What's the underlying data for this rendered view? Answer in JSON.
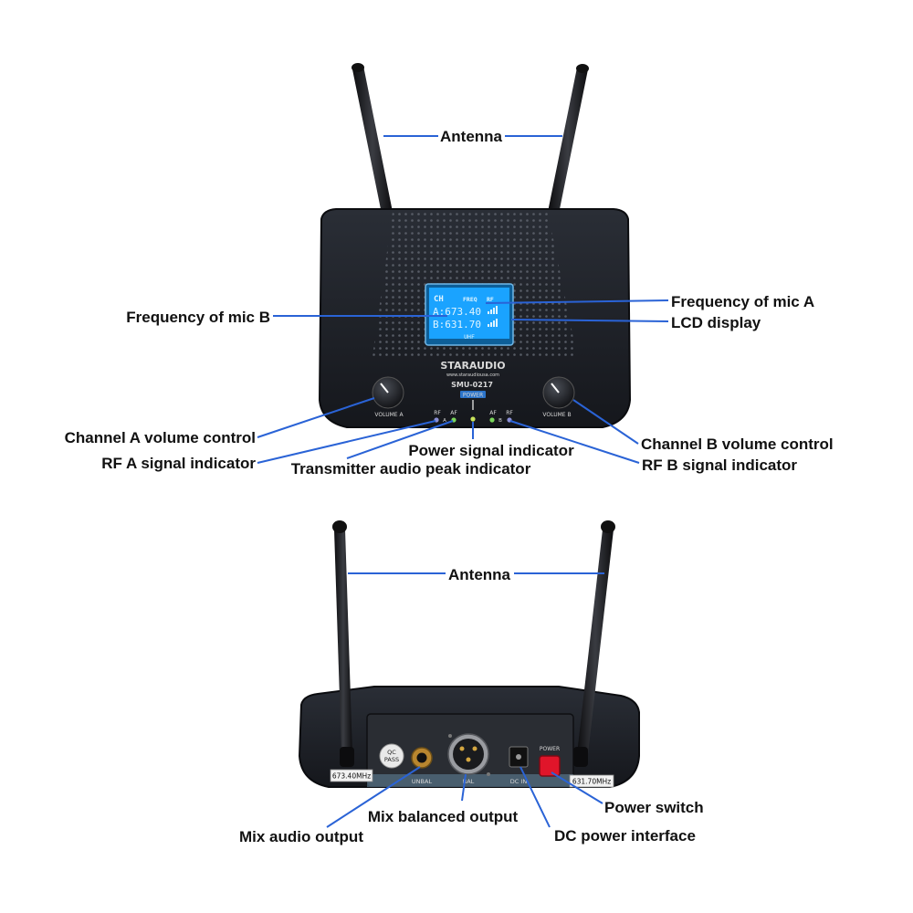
{
  "colors": {
    "leader": "#2a63d6",
    "device_body": "#1b1e24",
    "lcd_background": "#1aa3ff",
    "power_button": "#e0152a"
  },
  "front": {
    "brand": "STARAUDIO",
    "website": "www.staraudiousa.com",
    "model": "SMU-0217",
    "power_label": "POWER",
    "volume_a_label": "VOLUME A",
    "volume_b_label": "VOLUME B",
    "indicator_labels": [
      "RF",
      "AF",
      "AF",
      "RF"
    ],
    "channel_a_letter": "A",
    "channel_b_letter": "B",
    "lcd": {
      "header_ch": "CH",
      "header_freq": "FREQ",
      "header_rf": "RF",
      "line_a": "A:673.40",
      "line_b": "B:631.70",
      "band": "UHF"
    }
  },
  "rear": {
    "qc_badge_line1": "QC",
    "qc_badge_line2": "PASS",
    "freq_tag_a": "673.40MHz",
    "freq_tag_b": "631.70MHz",
    "unbal_label": "UNBAL",
    "bal_label": "BAL",
    "dcin_label": "DC IN",
    "power_label": "POWER"
  },
  "callouts": {
    "antenna_front": "Antenna",
    "freq_mic_a": "Frequency of mic A",
    "freq_mic_b": "Frequency of mic B",
    "lcd_display": "LCD display",
    "channel_a_volume": "Channel A volume control",
    "rf_a_indicator": "RF A signal indicator",
    "power_indicator": "Power signal indicator",
    "audio_peak_indicator": "Transmitter audio peak indicator",
    "channel_b_volume": "Channel B volume control",
    "rf_b_indicator": "RF B signal indicator",
    "antenna_rear": "Antenna",
    "mix_balanced_output": "Mix balanced output",
    "mix_audio_output": "Mix audio output",
    "power_switch": "Power switch",
    "dc_power_interface": "DC power interface"
  }
}
